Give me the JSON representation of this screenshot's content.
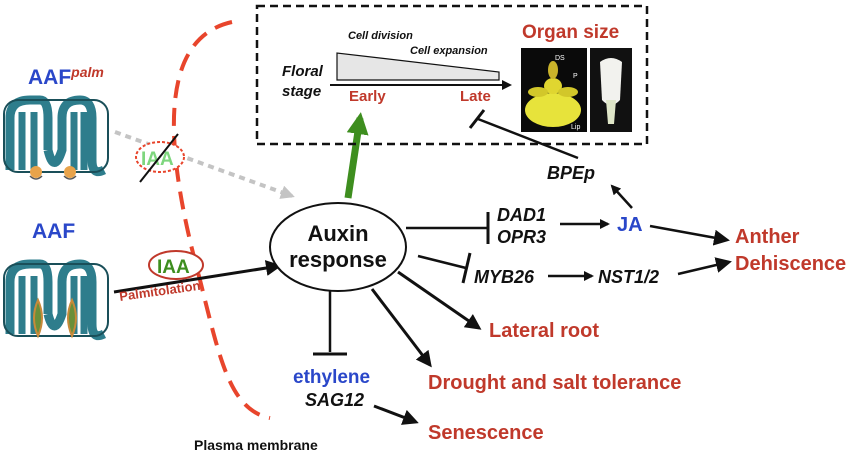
{
  "title": "",
  "colors": {
    "red": "#c0392b",
    "blue": "#2a47c9",
    "green": "#3e8e1f",
    "teal": "#2e7d8c",
    "membrane": "#e8452c",
    "arrow": "#111111"
  },
  "protein": {
    "aaf_palm_label": "AAF",
    "aaf_palm_sup": "palm",
    "aaf_label": "AAF"
  },
  "iaa": {
    "top": "IAA",
    "bottom": "IAA",
    "palmitolation": "Palmitolation"
  },
  "membrane": {
    "label": "Plasma membrane"
  },
  "hub": {
    "line1": "Auxin",
    "line2": "response"
  },
  "floral": {
    "cell_division": "Cell division",
    "cell_expansion": "Cell expansion",
    "floral_stage_1": "Floral",
    "floral_stage_2": "stage",
    "early": "Early",
    "late": "Late",
    "organ_size": "Organ size",
    "photo_labels": {
      "ds": "DS",
      "p": "P",
      "lip": "Lip"
    }
  },
  "genes": {
    "bpep": "BPEp",
    "dad1": "DAD1",
    "opr3": "OPR3",
    "ja": "JA",
    "myb26": "MYB26",
    "nst": "NST1/2",
    "ethylene": "ethylene",
    "sag12": "SAG12"
  },
  "outcomes": {
    "anther1": "Anther",
    "anther2": "Dehiscence",
    "lateral_root": "Lateral root",
    "drought": "Drought and salt tolerance",
    "senescence": "Senescence"
  }
}
